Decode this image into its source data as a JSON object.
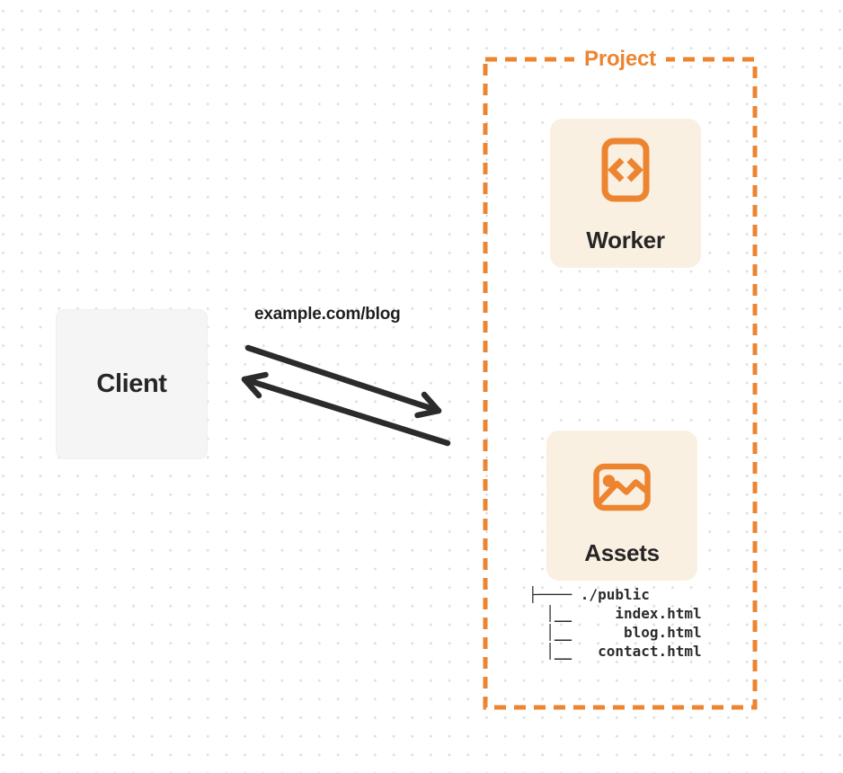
{
  "colors": {
    "accent_orange": "#ED8530",
    "card_cream": "#FAF0E2",
    "client_gray": "#F5F5F6",
    "ink": "#262626",
    "dot_grid": "#DEDEE0"
  },
  "client": {
    "label": "Client"
  },
  "request": {
    "url": "example.com/blog"
  },
  "project": {
    "label": "Project",
    "worker": {
      "label": "Worker",
      "icon": "code-file-icon"
    },
    "assets": {
      "label": "Assets",
      "icon": "image-icon"
    },
    "file_tree": [
      "├──── ./public",
      "  │__     index.html",
      "  │__      blog.html",
      "  │__   contact.html"
    ]
  },
  "arrows": [
    {
      "name": "request-arrow",
      "direction": "client-to-project"
    },
    {
      "name": "response-arrow",
      "direction": "project-to-client"
    }
  ]
}
